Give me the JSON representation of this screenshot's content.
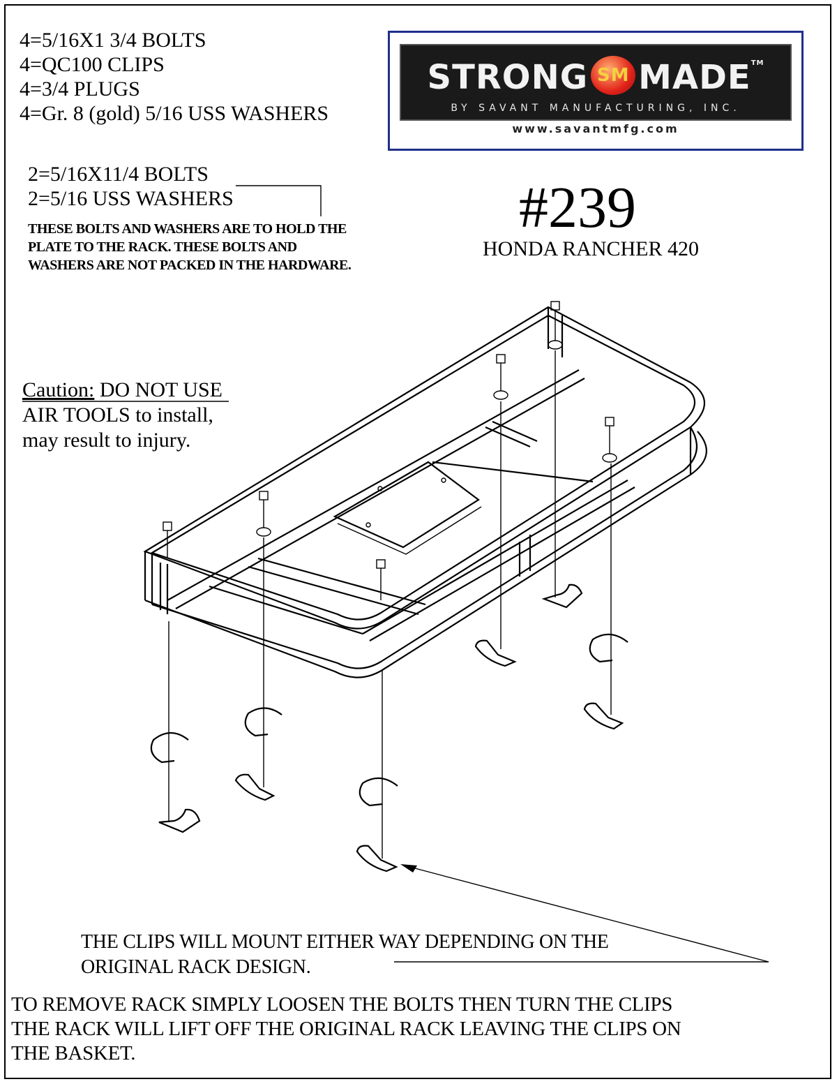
{
  "hardware_list": [
    "4=5/16X1 3/4 BOLTS",
    "4=QC100 CLIPS",
    "4=3/4 PLUGS",
    "4=Gr. 8 (gold) 5/16 USS WASHERS"
  ],
  "plate_hardware": [
    "2=5/16X11/4 BOLTS",
    "2=5/16 USS WASHERS"
  ],
  "plate_note": [
    "THESE BOLTS AND WASHERS ARE TO HOLD THE",
    "PLATE TO THE RACK. THESE BOLTS AND",
    "WASHERS ARE NOT PACKED IN THE HARDWARE."
  ],
  "logo": {
    "left_word": "STRONG",
    "badge": "SM",
    "right_word": "MADE",
    "tm": "TM",
    "subtitle": "BY SAVANT MANUFACTURING, INC.",
    "url": "www.savantmfg.com"
  },
  "part_number": "#239",
  "model": "HONDA RANCHER 420",
  "caution": {
    "label": "Caution:",
    "line1_rest": " DO NOT USE",
    "line2": "AIR TOOLS to install,",
    "line3": "may result to injury."
  },
  "clips_note": [
    "THE CLIPS WILL MOUNT EITHER WAY DEPENDING ON THE",
    "ORIGINAL RACK DESIGN."
  ],
  "removal_note": [
    "TO REMOVE RACK SIMPLY LOOSEN THE BOLTS THEN TURN THE CLIPS",
    "THE RACK WILL LIFT OFF THE ORIGINAL RACK LEAVING THE CLIPS ON",
    "THE BASKET."
  ]
}
